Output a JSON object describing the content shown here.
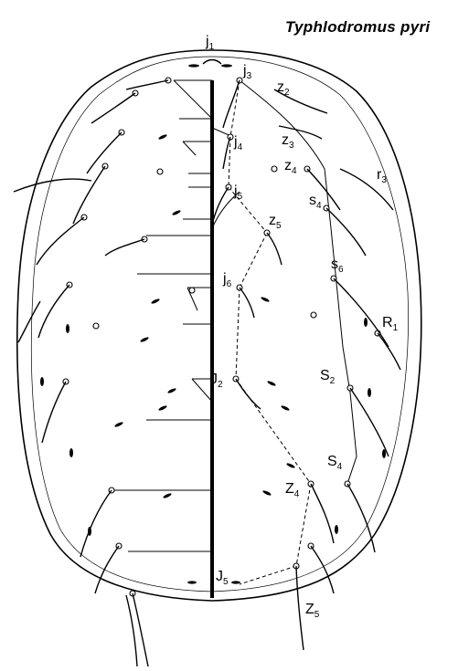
{
  "title": "Typhlodromus pyri",
  "setae": {
    "j1": {
      "base": "j",
      "sub": "1"
    },
    "j3": {
      "base": "j",
      "sub": "3"
    },
    "z2": {
      "base": "z",
      "sub": "2"
    },
    "j4": {
      "base": "j",
      "sub": "4"
    },
    "z3": {
      "base": "z",
      "sub": "3"
    },
    "z4": {
      "base": "z",
      "sub": "4"
    },
    "r3": {
      "base": "r",
      "sub": "3"
    },
    "j5": {
      "base": "j",
      "sub": "5"
    },
    "s4": {
      "base": "s",
      "sub": "4"
    },
    "z5": {
      "base": "z",
      "sub": "5"
    },
    "s6": {
      "base": "s",
      "sub": "6"
    },
    "j6": {
      "base": "j",
      "sub": "6"
    },
    "R1": {
      "base": "R",
      "sub": "1"
    },
    "J2": {
      "base": "J",
      "sub": "2"
    },
    "S2": {
      "base": "S",
      "sub": "2"
    },
    "S4": {
      "base": "S",
      "sub": "4"
    },
    "Z4": {
      "base": "Z",
      "sub": "4"
    },
    "J5": {
      "base": "J",
      "sub": "5"
    },
    "Z5": {
      "base": "Z",
      "sub": "5"
    }
  }
}
